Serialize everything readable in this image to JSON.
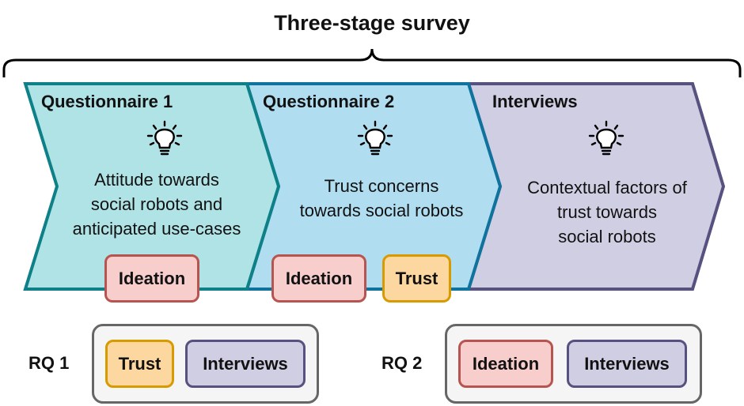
{
  "title": "Three-stage survey",
  "stages": [
    {
      "title": "Questionnaire 1",
      "desc_lines": [
        "Attitude towards",
        "social robots and",
        "anticipated use-cases"
      ],
      "tags": [
        "Ideation"
      ],
      "icon": "lightbulb-icon",
      "fill": "#b0e3e6",
      "stroke": "#0e8088"
    },
    {
      "title": "Questionnaire 2",
      "desc_lines": [
        "Trust concerns",
        "towards social robots"
      ],
      "tags": [
        "Ideation",
        "Trust"
      ],
      "icon": "lightbulb-icon",
      "fill": "#b1ddf0",
      "stroke": "#10739e"
    },
    {
      "title": "Interviews",
      "desc_lines": [
        "Contextual factors of",
        "trust towards",
        "social robots"
      ],
      "tags": [],
      "icon": "lightbulb-icon",
      "fill": "#d0cee2",
      "stroke": "#56517e"
    }
  ],
  "research_questions": [
    {
      "label": "RQ 1",
      "tags": [
        "Trust",
        "Interviews"
      ]
    },
    {
      "label": "RQ 2",
      "tags": [
        "Ideation",
        "Interviews"
      ]
    }
  ],
  "colors": {
    "ideation_fill": "#f8cecc",
    "ideation_stroke": "#b85450",
    "trust_fill": "#fdd7a0",
    "trust_stroke": "#d79b00",
    "interviews_fill": "#d0cee2",
    "interviews_stroke": "#56517e",
    "rq_box_fill": "#f5f5f5",
    "rq_box_stroke": "#666666"
  }
}
